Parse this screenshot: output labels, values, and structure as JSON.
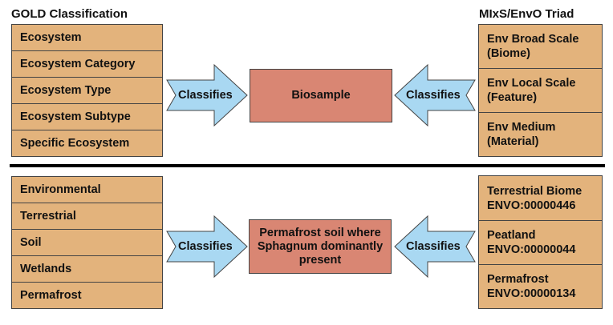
{
  "top": {
    "left_heading": "GOLD Classification",
    "right_heading": "MIxS/EnvO Triad",
    "gold_levels": [
      "Ecosystem",
      "Ecosystem Category",
      "Ecosystem Type",
      "Ecosystem Subtype",
      "Specific Ecosystem"
    ],
    "center_label": "Biosample",
    "left_arrow_label": "Classifies",
    "right_arrow_label": "Classifies",
    "triad": [
      {
        "line1": "Env Broad Scale",
        "line2": "(Biome)"
      },
      {
        "line1": "Env Local Scale",
        "line2": "(Feature)"
      },
      {
        "line1": "Env Medium",
        "line2": "(Material)"
      }
    ]
  },
  "bottom": {
    "gold_levels": [
      "Environmental",
      "Terrestrial",
      "Soil",
      "Wetlands",
      "Permafrost"
    ],
    "center_label_lines": [
      "Permafrost soil where",
      "Sphagnum dominantly",
      "present"
    ],
    "left_arrow_label": "Classifies",
    "right_arrow_label": "Classifies",
    "triad": [
      {
        "line1": "Terrestrial Biome",
        "line2": "ENVO:00000446"
      },
      {
        "line1": "Peatland",
        "line2": "ENVO:00000044"
      },
      {
        "line1": "Permafrost",
        "line2": "ENVO:00000134"
      }
    ]
  },
  "colors": {
    "stack_fill": "#e3b37c",
    "center_fill": "#d98673",
    "arrow_fill": "#a9d8f2",
    "border": "#444444"
  }
}
